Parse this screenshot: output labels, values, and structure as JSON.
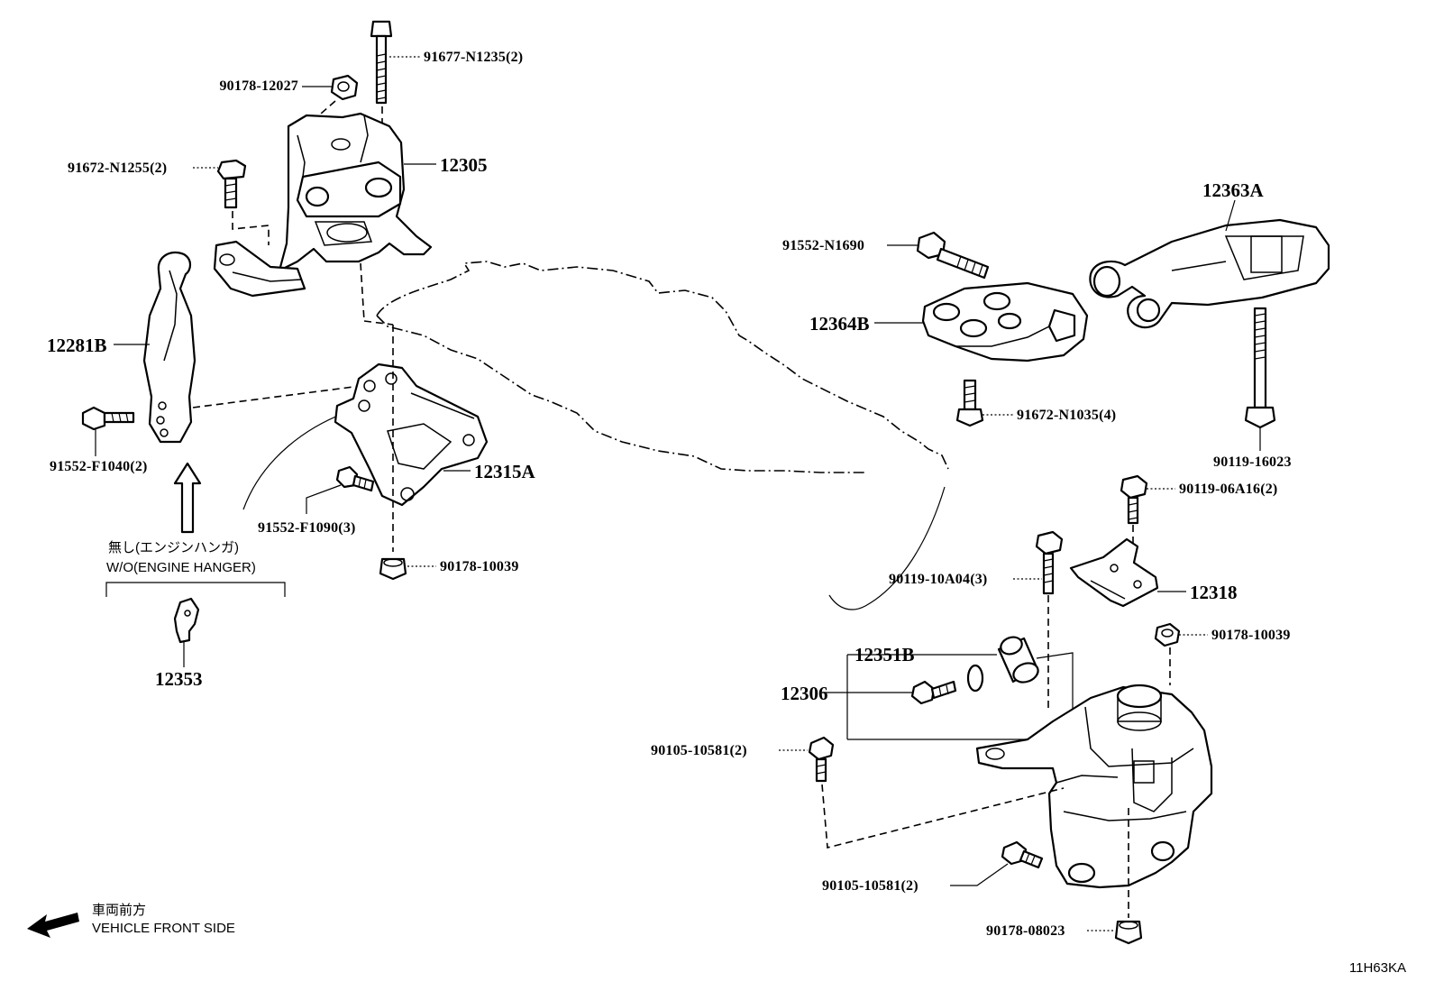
{
  "diagram_code": "11H63KA",
  "orientation": {
    "label_jp": "車両前方",
    "label_en": "VEHICLE FRONT SIDE"
  },
  "variant_note": {
    "label_jp": "無し(エンジンハンガ)",
    "label_en": "W/O(ENGINE HANGER)"
  },
  "parts": {
    "p90178_12027": "90178-12027",
    "p91677_N1235": "91677-N1235(2)",
    "p12305": "12305",
    "p91672_N1255": "91672-N1255(2)",
    "p12281B": "12281B",
    "p91552_F1040": "91552-F1040(2)",
    "p12315A": "12315A",
    "p91552_F1090": "91552-F1090(3)",
    "p90178_10039_left": "90178-10039",
    "p12353": "12353",
    "p12363A": "12363A",
    "p91552_N1690": "91552-N1690",
    "p12364B": "12364B",
    "p91672_N1035": "91672-N1035(4)",
    "p90119_16023": "90119-16023",
    "p90119_06A16": "90119-06A16(2)",
    "p90119_10A04": "90119-10A04(3)",
    "p12318": "12318",
    "p90178_10039_right": "90178-10039",
    "p12351B": "12351B",
    "p12306": "12306",
    "p90105_10581_a": "90105-10581(2)",
    "p90105_10581_b": "90105-10581(2)",
    "p90178_08023": "90178-08023"
  }
}
